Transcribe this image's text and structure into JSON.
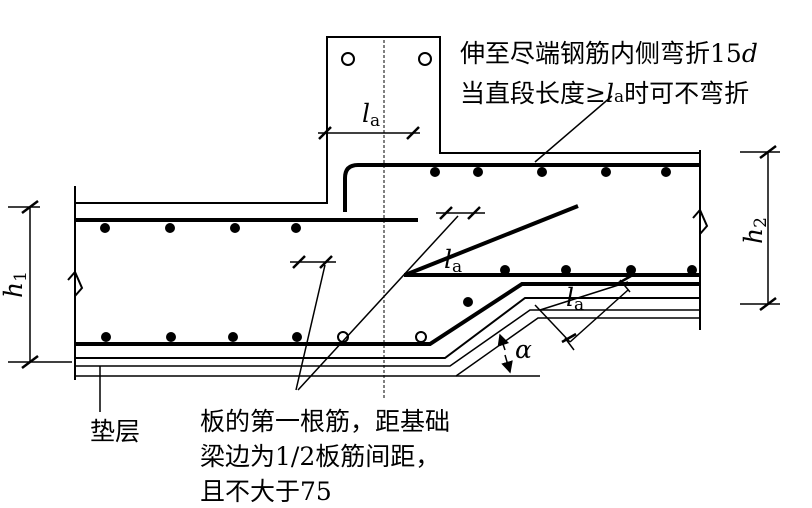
{
  "labels": {
    "note_top_line1": "伸至尽端钢筋内侧弯折15",
    "note_top_line1_var": "d",
    "note_top_line2_a": "当直段长度≥",
    "note_top_line2_var": "l",
    "note_top_line2_sub": "a",
    "note_top_line2_b": "时可不弯折",
    "bottom_note_line1": "板的第一根筋，距基础",
    "bottom_note_line2": "梁边为1/2板筋间距，",
    "bottom_note_line3": "且不大于75",
    "cushion": "垫层",
    "h1_var": "h",
    "h1_sub": "1",
    "h2_var": "h",
    "h2_sub": "2",
    "la_var": "l",
    "la_sub": "a",
    "alpha": "α"
  },
  "colors": {
    "ink": "#000000",
    "paper": "#ffffff"
  }
}
